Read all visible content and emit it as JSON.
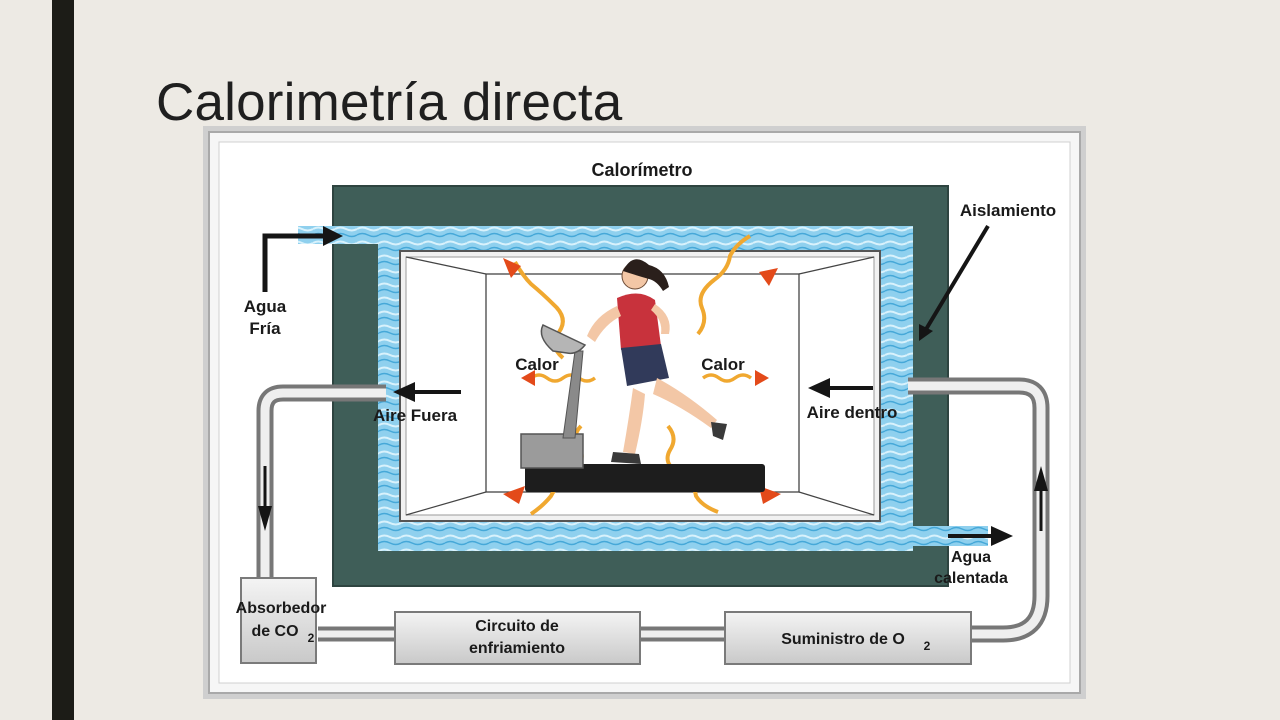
{
  "slide": {
    "title": "Calorimetría directa"
  },
  "diagram": {
    "calorimeter_label": "Calorímetro",
    "insulation_label": "Aislamiento",
    "cold_water_label": [
      "Agua",
      "Fría"
    ],
    "warm_water_label": [
      "Agua",
      "calentada"
    ],
    "air_out_label": "Aire Fuera",
    "air_in_label": "Aire dentro",
    "heat_label_left": "Calor",
    "heat_label_right": "Calor",
    "co2_absorber_label": [
      "Absorbedor",
      "de CO",
      "2"
    ],
    "cooling_circuit_label": [
      "Circuito de",
      "enfriamiento"
    ],
    "o2_supply_label": [
      "Suministro de O",
      "2"
    ]
  },
  "colors": {
    "slide_background": "#edeae4",
    "accent_bar": "#1c1c17",
    "insulation": "#3f5e58",
    "water": "#8fd0ee",
    "heat_wave": "#f0a830",
    "heat_arrow": "#e34a1a",
    "shirt": "#c8323c"
  }
}
